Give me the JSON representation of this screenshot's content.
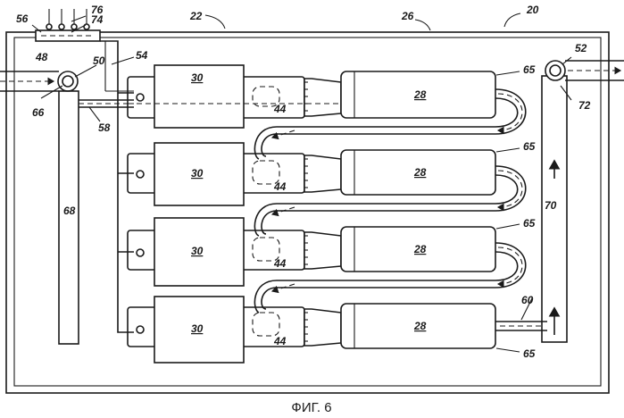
{
  "labels": {
    "n20": "20",
    "n22": "22",
    "n26": "26",
    "n28": "28",
    "n30": "30",
    "n44": "44",
    "n48": "48",
    "n50": "50",
    "n52": "52",
    "n54": "54",
    "n56": "56",
    "n58": "58",
    "n60": "60",
    "n65": "65",
    "n66": "66",
    "n68": "68",
    "n70": "70",
    "n72": "72",
    "n74": "74",
    "n76": "76"
  },
  "caption": "ФИГ. 6"
}
